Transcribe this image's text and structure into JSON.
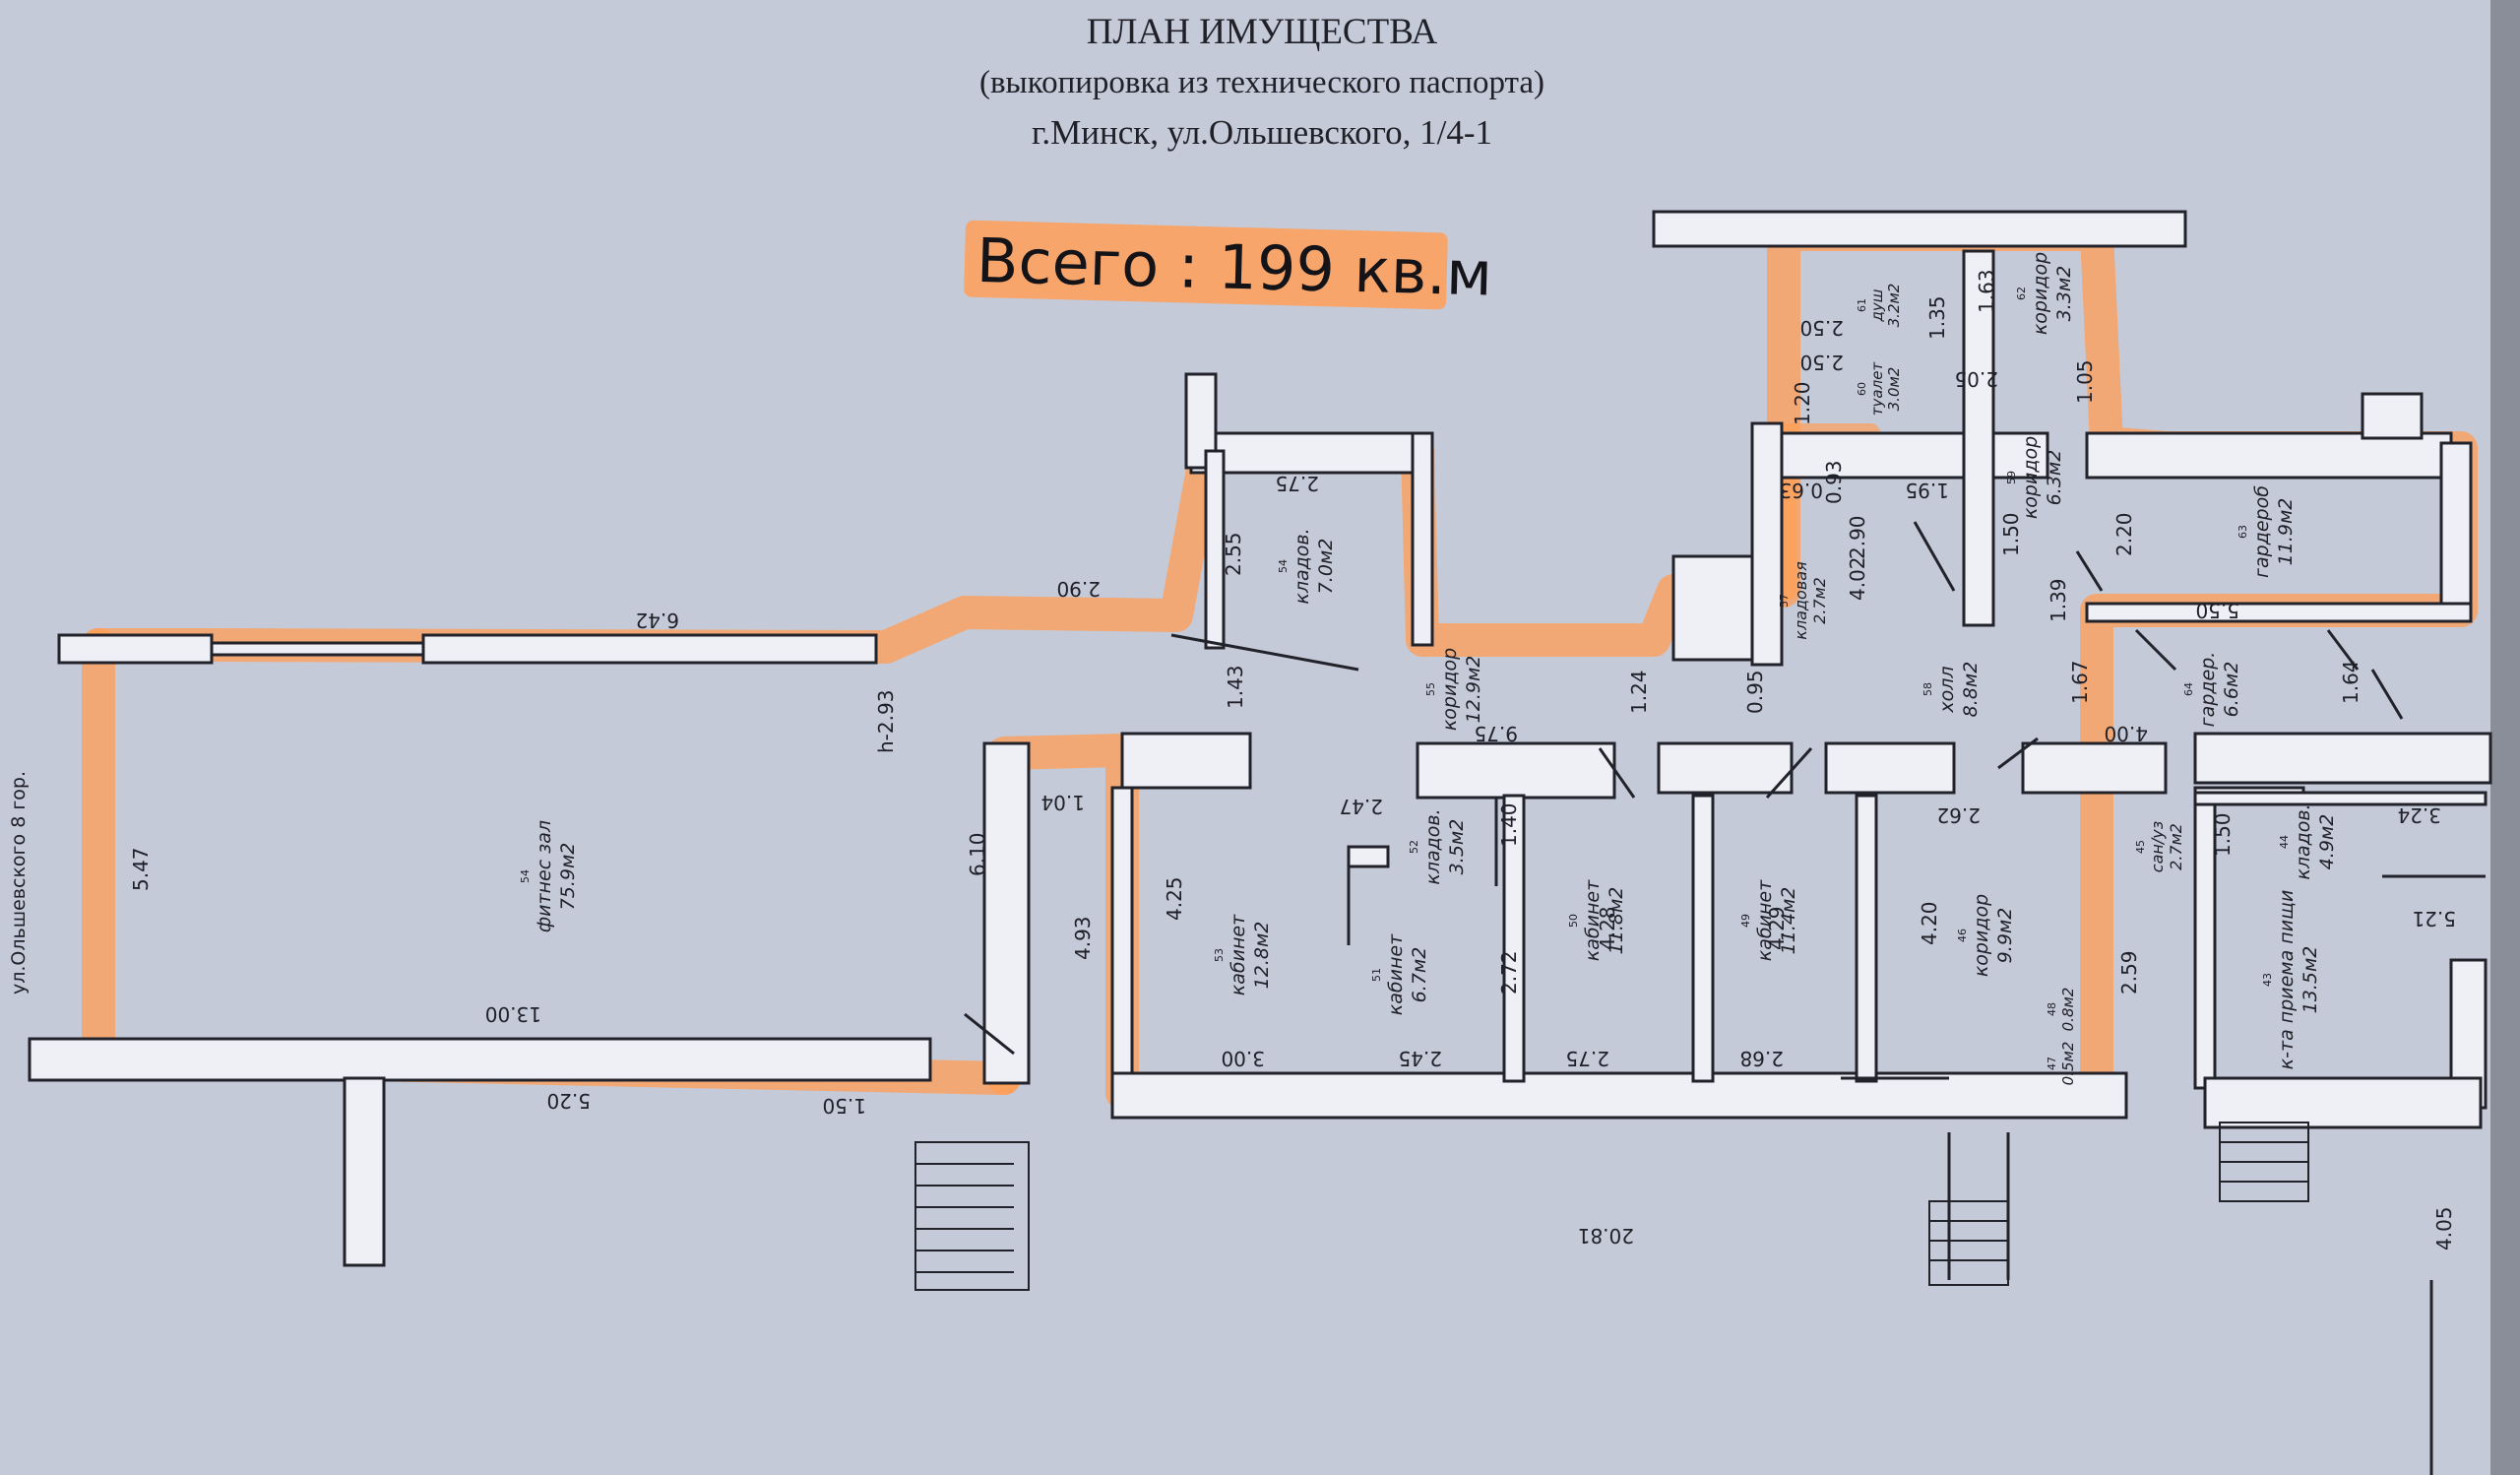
{
  "header": {
    "title": "ПЛАН ИМУЩЕСТВА",
    "subtitle": "(выкопировка из технического паспорта)",
    "address": "г.Минск, ул.Ольшевского, 1/4-1"
  },
  "total_note": "Всего : 199 кв.м",
  "rooms": [
    {
      "num": "54",
      "name": "фитнес зал",
      "area": "75.9м2"
    },
    {
      "num": "54",
      "name": "кладов.",
      "area": "7.0м2"
    },
    {
      "num": "55",
      "name": "коридор",
      "area": "12.9м2"
    },
    {
      "num": "52",
      "name": "кладов.",
      "area": "3.5м2"
    },
    {
      "num": "53",
      "name": "кабинет",
      "area": "12.8м2"
    },
    {
      "num": "51",
      "name": "кабинет",
      "area": "6.7м2"
    },
    {
      "num": "50",
      "name": "кабинет",
      "area": "11.8м2"
    },
    {
      "num": "49",
      "name": "кабинет",
      "area": "11.4м2"
    },
    {
      "num": "46",
      "name": "коридор",
      "area": "9.9м2"
    },
    {
      "num": "57",
      "name": "кладовая",
      "area": "2.7м2"
    },
    {
      "num": "58",
      "name": "холл",
      "area": "8.8м2"
    },
    {
      "num": "59",
      "name": "коридор",
      "area": "6.3м2"
    },
    {
      "num": "60",
      "name": "туалет",
      "area": "3.0м2"
    },
    {
      "num": "61",
      "name": "душ",
      "area": "3.2м2"
    },
    {
      "num": "62",
      "name": "коридор",
      "area": "3.3м2"
    },
    {
      "num": "63",
      "name": "гардероб",
      "area": "11.9м2"
    },
    {
      "num": "64",
      "name": "гардер.",
      "area": "6.6м2"
    },
    {
      "num": "45",
      "name": "сан/уз",
      "area": "2.7м2"
    },
    {
      "num": "44",
      "name": "кладов.",
      "area": "4.9м2"
    },
    {
      "num": "43",
      "name": "к-та приема пищи",
      "area": "13.5м2"
    },
    {
      "num": "48",
      "name": "",
      "area": "0.8м2"
    },
    {
      "num": "47",
      "name": "",
      "area": "0.5м2"
    }
  ],
  "dimensions": {
    "d_642": "6.42",
    "d_290": "2.90",
    "d_275": "2.75",
    "d_255": "2.55",
    "d_143": "1.43",
    "d_293": "h-2.93",
    "d_547": "5.47",
    "d_1300": "13.00",
    "d_520": "5.20",
    "d_150a": "1.50",
    "d_610": "6.10",
    "d_104": "1.04",
    "d_493": "4.93",
    "d_425": "4.25",
    "d_300": "3.00",
    "d_247": "2.47",
    "d_140": "1.40",
    "d_272": "2.72",
    "d_245": "2.45",
    "d_975": "9.75",
    "d_124": "1.24",
    "d_095": "0.95",
    "d_428": "4.28",
    "d_275b": "2.75",
    "d_429": "4.29",
    "d_268": "2.68",
    "d_420": "4.20",
    "d_262": "2.62",
    "d_402": "4.02",
    "d_290b": "2.90",
    "d_093": "0.93",
    "d_063": "0.63",
    "d_195": "1.95",
    "d_150b": "1.50",
    "d_120": "1.20",
    "d_250a": "2.50",
    "d_250b": "2.50",
    "d_135": "1.35",
    "d_163": "1.63",
    "d_205": "2.05",
    "d_105": "1.05",
    "d_220": "2.20",
    "d_550": "5.50",
    "d_139": "1.39",
    "d_167": "1.67",
    "d_164": "1.64",
    "d_400": "4.00",
    "d_150c": "1.50",
    "d_324": "3.24",
    "d_521": "5.21",
    "d_259": "2.59",
    "d_2081": "20.81",
    "d_405": "4.05"
  },
  "margin_text": "ул.Ольшевского 8 гор.",
  "colors": {
    "paper": "#c4c9d8",
    "highlight": "#ff9f57",
    "ink": "#1d1d24"
  }
}
